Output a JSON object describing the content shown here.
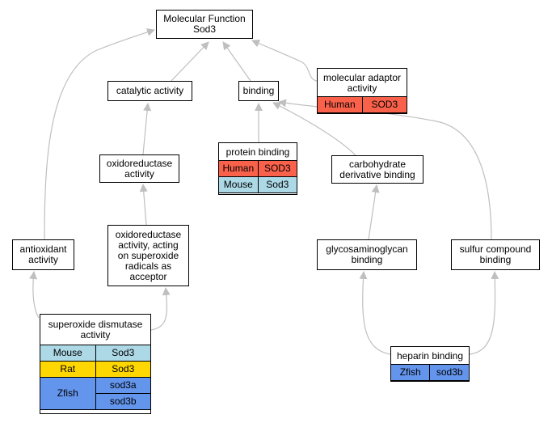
{
  "colors": {
    "edge": "#bfbfbf",
    "node_border": "#000000",
    "species": {
      "Human": "#fa614b",
      "Mouse": "#add8e6",
      "Rat": "#ffd700",
      "Zfish": "#6495ed"
    }
  },
  "nodes": {
    "molecular_function": {
      "label": "Molecular Function\nSod3"
    },
    "catalytic_activity": {
      "label": "catalytic activity"
    },
    "binding": {
      "label": "binding"
    },
    "molecular_adaptor_activity": {
      "label": "molecular adaptor\nactivity",
      "genes": [
        {
          "species": "Human",
          "genes": [
            "SOD3"
          ]
        }
      ]
    },
    "oxidoreductase_activity": {
      "label": "oxidoreductase\nactivity"
    },
    "protein_binding": {
      "label": "protein binding",
      "genes": [
        {
          "species": "Human",
          "genes": [
            "SOD3"
          ]
        },
        {
          "species": "Mouse",
          "genes": [
            "Sod3"
          ]
        }
      ]
    },
    "carbohydrate_derivative_binding": {
      "label": "carbohydrate\nderivative binding"
    },
    "antioxidant_activity": {
      "label": "antioxidant\nactivity"
    },
    "oxidoreductase_superoxide": {
      "label": "oxidoreductase\nactivity, acting\non superoxide\nradicals as\nacceptor"
    },
    "glycosaminoglycan_binding": {
      "label": "glycosaminoglycan\nbinding"
    },
    "sulfur_compound_binding": {
      "label": "sulfur compound\nbinding"
    },
    "superoxide_dismutase_activity": {
      "label": "superoxide dismutase\nactivity",
      "genes": [
        {
          "species": "Mouse",
          "genes": [
            "Sod3"
          ]
        },
        {
          "species": "Rat",
          "genes": [
            "Sod3"
          ]
        },
        {
          "species": "Zfish",
          "genes": [
            "sod3a",
            "sod3b"
          ]
        }
      ]
    },
    "heparin_binding": {
      "label": "heparin binding",
      "genes": [
        {
          "species": "Zfish",
          "genes": [
            "sod3b"
          ]
        }
      ]
    }
  }
}
